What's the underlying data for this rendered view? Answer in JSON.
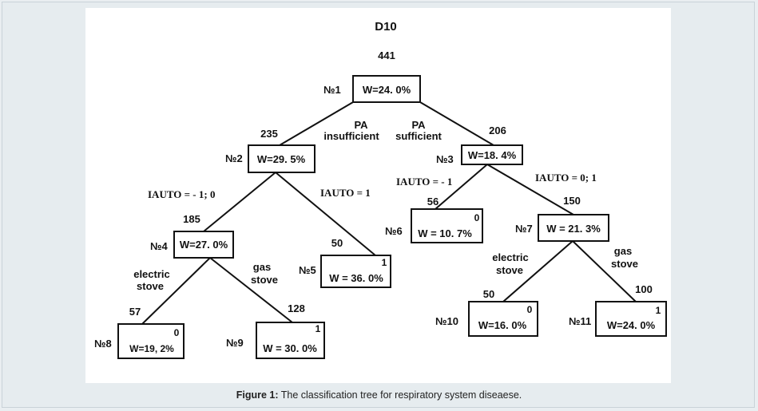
{
  "title": "D10",
  "root_count": "441",
  "nodes": {
    "n1": {
      "id": "№1",
      "w": "W=24. 0%"
    },
    "n2": {
      "id": "№2",
      "w": "W=29. 5%",
      "count": "235"
    },
    "n3": {
      "id": "№3",
      "w": "W=18. 4%",
      "count": "206"
    },
    "n4": {
      "id": "№4",
      "w": "W=27. 0%",
      "count": "185"
    },
    "n5": {
      "id": "№5",
      "w": "W = 36. 0%",
      "count": "50",
      "class": "1"
    },
    "n6": {
      "id": "№6",
      "w": "W = 10. 7%",
      "count": "56",
      "class": "0"
    },
    "n7": {
      "id": "№7",
      "w": "W = 21. 3%",
      "count": "150"
    },
    "n8": {
      "id": "№8",
      "w": "W=19, 2%",
      "count": "57",
      "class": "0"
    },
    "n9": {
      "id": "№9",
      "w": "W = 30. 0%",
      "count": "128",
      "class": "1"
    },
    "n10": {
      "id": "№10",
      "w": "W=16. 0%",
      "count": "50",
      "class": "0"
    },
    "n11": {
      "id": "№11",
      "w": "W=24. 0%",
      "count": "100",
      "class": "1"
    }
  },
  "splits": {
    "pa_insufficient": [
      "PA",
      "insufficient"
    ],
    "pa_sufficient": [
      "PA",
      "sufficient"
    ],
    "iauto_left_n2": "IAUTO = - 1; 0",
    "iauto_right_n2": "IAUTO = 1",
    "iauto_left_n3": "IAUTO = - 1",
    "iauto_right_n3": "IAUTO = 0; 1",
    "electric_n4": [
      "electric",
      "stove"
    ],
    "gas_n4": [
      "gas",
      "stove"
    ],
    "electric_n7": [
      "electric",
      "stove"
    ],
    "gas_n7": [
      "gas",
      "stove"
    ]
  },
  "caption": {
    "label": "Figure 1:",
    "text": " The classification tree for respiratory system diseaese."
  }
}
